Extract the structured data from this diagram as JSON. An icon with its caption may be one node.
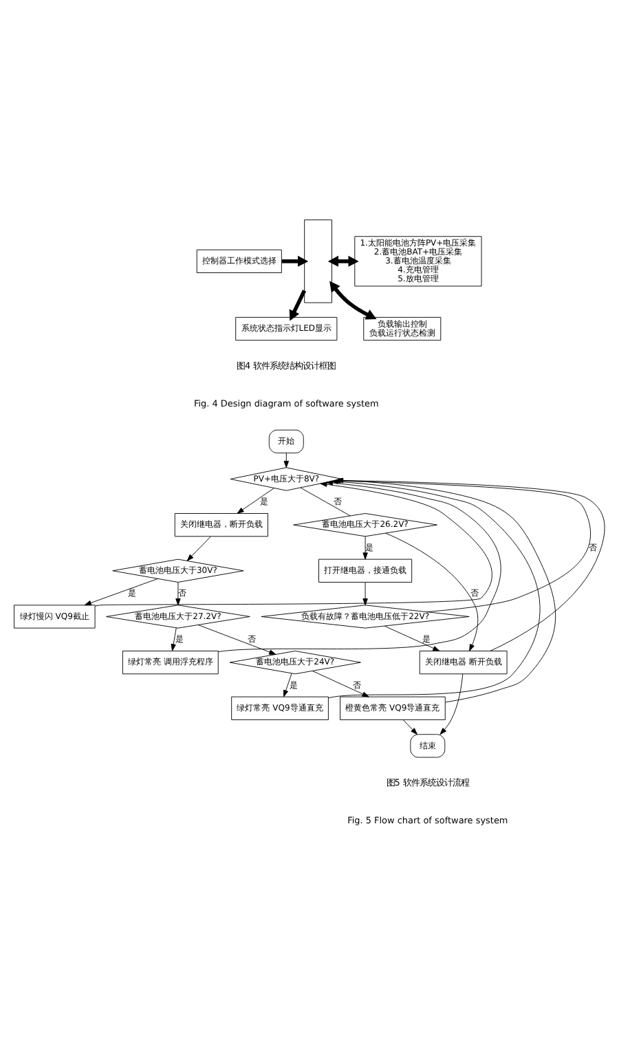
{
  "diagram": {
    "nodes": [
      {
        "text": [
          "控制器工作模式选择"
        ]
      },
      {
        "text": [],
        "shape": "box"
      },
      {
        "text": [
          "1.太阳能电池方阵PV+电压采集",
          "2.蓄电池BAT+电压采集",
          "3.蓄电池温度采集",
          "4.充电管理",
          "5.放电管理"
        ]
      },
      {
        "text": [
          "系统状态指示灯LED显示"
        ]
      },
      {
        "text": [
          "负载输出控制",
          "负载运行状态检测"
        ]
      },
      {
        "text": [
          "开始"
        ]
      },
      {
        "text": [
          "PV+电压大于8V?"
        ]
      },
      {
        "text": [
          "关闭继电器，断开负载"
        ]
      },
      {
        "text": [
          "蓄电池电压大于30V?"
        ]
      },
      {
        "text": [
          "绿灯慢闪 VQ9截止"
        ]
      },
      {
        "text": [
          "蓄电池电压大于27.2V?"
        ]
      },
      {
        "text": [
          "绿灯常亮 调用浮充程序"
        ]
      },
      {
        "text": [
          "蓄电池电压大于24V?"
        ]
      },
      {
        "text": [
          "绿灯常亮 VQ9导通直充"
        ]
      },
      {
        "text": [
          "橙黄色常亮 VQ9导通直充"
        ]
      },
      {
        "text": [
          "蓄电池电压大于26.2V?"
        ]
      },
      {
        "text": [
          "打开继电器，接通负载"
        ]
      },
      {
        "text": [
          "负载有故障？蓄电池电压低于22V?"
        ]
      },
      {
        "text": [
          "关闭继电器 断开负载"
        ]
      },
      {
        "text": [
          "结束"
        ]
      }
    ],
    "edges": [
      {
        "from": 0,
        "to": 1,
        "arrow": "to",
        "style": "thick"
      },
      {
        "from": 1,
        "to": 2,
        "arrow": "both",
        "style": "thick"
      },
      {
        "from": 1,
        "to": 3,
        "arrow": "to",
        "style": "thick"
      },
      {
        "from": 1,
        "to": 4,
        "arrow": "both",
        "style": "thick"
      },
      {
        "from": 5,
        "to": 6,
        "arrow": "to"
      },
      {
        "from": 6,
        "to": 7,
        "arrow": "to",
        "label": "是"
      },
      {
        "from": 6,
        "to": 15,
        "arrow": "none",
        "label": "否"
      },
      {
        "from": 7,
        "to": 8,
        "arrow": "to"
      },
      {
        "from": 8,
        "to": 9,
        "arrow": "to",
        "label": "是"
      },
      {
        "from": 8,
        "to": 10,
        "arrow": "to",
        "label": "否"
      },
      {
        "from": 10,
        "to": 11,
        "arrow": "to",
        "label": "是"
      },
      {
        "from": 10,
        "to": 12,
        "arrow": "to",
        "label": "否"
      },
      {
        "from": 12,
        "to": 13,
        "arrow": "to",
        "label": "是"
      },
      {
        "from": 12,
        "to": 14,
        "arrow": "to",
        "label": "否"
      },
      {
        "from": 9,
        "to": 6,
        "arrow": "to"
      },
      {
        "from": 11,
        "to": 6,
        "arrow": "to"
      },
      {
        "from": 13,
        "to": 6,
        "arrow": "to"
      },
      {
        "from": 14,
        "to": 6,
        "arrow": "to"
      },
      {
        "from": 14,
        "to": 19,
        "arrow": "to"
      },
      {
        "from": 15,
        "to": 16,
        "arrow": "to",
        "label": "是"
      },
      {
        "from": 15,
        "to": 18,
        "arrow": "to",
        "label": "否"
      },
      {
        "from": 16,
        "to": 17,
        "arrow": "to"
      },
      {
        "from": 17,
        "to": 18,
        "arrow": "to",
        "label": "是"
      },
      {
        "from": 17,
        "to": 6,
        "arrow": "to",
        "label": "否"
      },
      {
        "from": 18,
        "to": 6,
        "arrow": "to"
      },
      {
        "from": 18,
        "to": 19,
        "arrow": "to"
      }
    ],
    "labels": [
      "图4 软件系统结构设计框图",
      "Fig. 4 Design diagram of software system",
      "图5 软件系统设计流程",
      "Fig. 5 Flow chart of software system"
    ]
  }
}
